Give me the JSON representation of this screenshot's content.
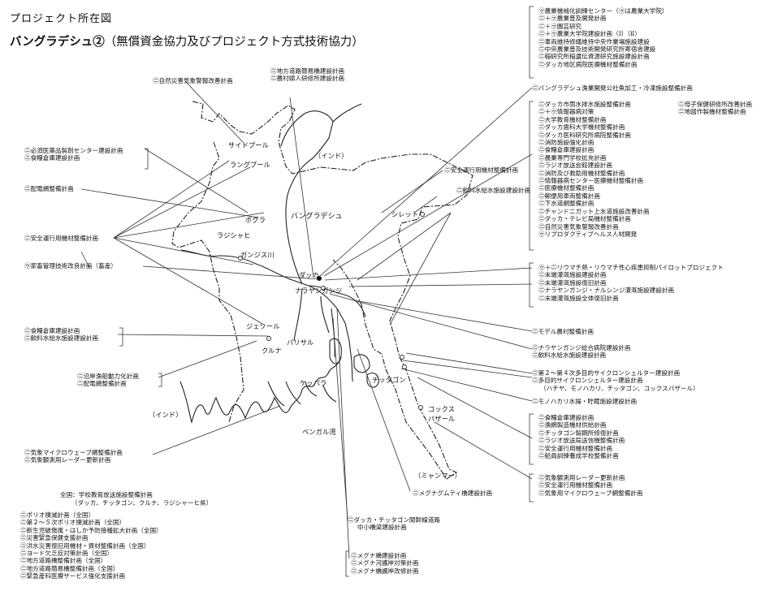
{
  "header": {
    "title": "プロジェクト所在図",
    "subtitle_main": "バングラデシュ②",
    "subtitle_note": "（無償資金協力及びプロジェクト方式技術協力）"
  },
  "places": {
    "saidpur": "サイドプール",
    "rangpur": "ラングプール",
    "bogra": "ボグラ",
    "rajshahi": "ラジシャヒ",
    "ganges": "ガンジス川",
    "jessore": "ジェソール",
    "khulna": "クルナ",
    "barisal": "バリサル",
    "dhaka": "ダッカ",
    "narayanganj": "ナラヤンガンジ",
    "sylhet": "シレット",
    "chittagong": "チッタゴン",
    "coxs_bazar": "コックス\nバザール",
    "kepupara": "ケッパラ",
    "bay_of_bengal": "ベンガル湾",
    "bangladesh": "バングラデシュ",
    "india_ne": "（インド）",
    "india_w": "（インド）",
    "myanmar": "（ミャンマー）"
  },
  "left_blocks": {
    "disaster": [
      "㊁自然災害気象警報改善計画"
    ],
    "pharma": [
      "㊁必須医薬品製剤センター建設計画",
      "㊁食糧倉庫建設計画"
    ],
    "distribution": [
      "㊁配電網整備計画"
    ],
    "safety": [
      "㊁安全運行用機材整備計画"
    ],
    "livestock": [
      "㋒家畜管理技術改良計画（畜産）"
    ],
    "food": [
      "㊁食糧倉庫建設計画",
      "㊁飲料水給水施設建設計画"
    ],
    "fishing": [
      "㊁沿岸漁船動力化計画",
      "㊁配電網整備計画"
    ],
    "weather": [
      "㊁気象マイクロウェーブ網整備計画",
      "㊁気象観測用レーダー更新計画"
    ]
  },
  "national": {
    "heading": "全国：学校教育放送施設整備計画",
    "heading_sub": "（ダッカ、チッタゴン、クルナ、ラジシャーヒ県）",
    "items": [
      "㊁ポリオ撲滅計画（全国）",
      "㊁第２～５次ポリオ撲滅計画（全国）",
      "㊁新生児破傷風・はしか予防接種拡大計画（全国）",
      "㊁災害緊急保健支援計画",
      "㊁洪水災害復旧用機材・資材整備計画（全国）",
      "㊁ヨード欠乏症対策計画（全国）",
      "㊁地方道路橋整備計画（全国）",
      "㊁地方道路簡易橋整備計画（全国）",
      "㊁緊急産科医療サービス強化支援計画"
    ]
  },
  "top_center": [
    "㊁地方道路簡易橋建設計画",
    "㊁農村婦人研修所建設計画"
  ],
  "right_top": [
    "㋒農業機械化訓練センター（㋒は農業大学院）",
    "㊁＋㋒農業普及開発計画",
    "㊁＋㋒園芸研究",
    "㊁＋㋒農業大学院建設計画（Ⅰ）（Ⅱ）",
    "㊁車両維持修繕維持中央作業場施設建設",
    "㊁中央農業普及技術開発研究所寄宿舎建設",
    "㊁稲研究所稲遺伝資源研究施設建設計画",
    "㊁ダッカ地区病院医療機材整備計画"
  ],
  "right_fish": [
    "㊁バングラデシュ漁業開発公社魚加工・冷凍施設整備計画"
  ],
  "right_dhaka": [
    "㊁ダッカ市雨水排水施設整備計画",
    "㊁＋㋒情報器病対策",
    "㊁大学教育機材整備計画",
    "㊁ダッカ歯科大学機材整備計画",
    "㊁ダッカ医科研究所病院整備計画",
    "㊁消防施設強化計画",
    "㊁食糧倉庫建設計画",
    "㊁農業専門学校拡充計画",
    "㊁ラジオ放送会館建設計画",
    "㊁消防及び救助用機材整備計画",
    "㊁情報器病センター医療機材整備計画",
    "㊁医療機材整備計画",
    "㊁郵便用車両整備計画",
    "㊁下水道網整備計画",
    "㊁チャンドニガット上水道施設改善計画",
    "㊁ダッカ・テレビ局機材整備計画",
    "㊁自然災害気象警報改善計画",
    "㋒リプロダクティブヘルス人材開発"
  ],
  "right_dhaka_col2": [
    "㊁母子保健研修所改善計画",
    "㊁地図作製機材整備計画"
  ],
  "right_safety": [
    "㊁安全運行用機材整備計画"
  ],
  "right_water": [
    "㊁飲料水給水施設建設計画"
  ],
  "right_narayanganj": [
    "㋒＋㊁リウマチ熱・リウマチ性心疾患抑制パイロットプロジェクト",
    "㊁末端灌漑施設建設計画",
    "㊁末端灌漑施設復旧計画",
    "㊁ナラヤンガンジ・ナルシンジ灌漑施設建設計画",
    "㊁末端灌漑施設全体復旧計画"
  ],
  "right_model": [
    "㊁モデル農村整備計画"
  ],
  "right_hospital": [
    "㊁ナラヤンガンジ総合病院建設計画",
    "㊁飲料水給水施設建設計画"
  ],
  "right_cyclone": [
    "㊁第２～第４次多目的サイクロンシェルター建設計画",
    "㊁多目的サイクロンシェルター建設計画",
    "（ハチヤ、モノハカリ、チッタゴン、コックスバザール）"
  ],
  "right_monohakari": [
    "㊁モノハカリ水揚・貯蔵施設建設計画"
  ],
  "right_chittagong": [
    "㊁食糧倉庫建設計画",
    "㊁漁網製造機材供給計画",
    "㊁チッタゴン製鋼所修復計画",
    "㊁ラジオ放送局送信機整備計画",
    "㊁安全運行用機材整備計画",
    "㊁船員訓練養成学校整備計画"
  ],
  "right_coxs": [
    "㊁気象観測用レーダー更新計画",
    "㊁安全運行用機材整備計画",
    "㊁気象用マイクロウェーブ網整備計画"
  ],
  "bottom_meghna": [
    "㊁メグナグムティ橋建設計画"
  ],
  "bottom_highway": [
    "㊁ダッカ・チッタゴン間幹線道路",
    "中小橋梁建設計画"
  ],
  "bottom_bridges": [
    "㊁メグナ橋建設計画",
    "㊁メグナ河護岸対策計画",
    "㊁メグナ橋護岸改修計画"
  ]
}
